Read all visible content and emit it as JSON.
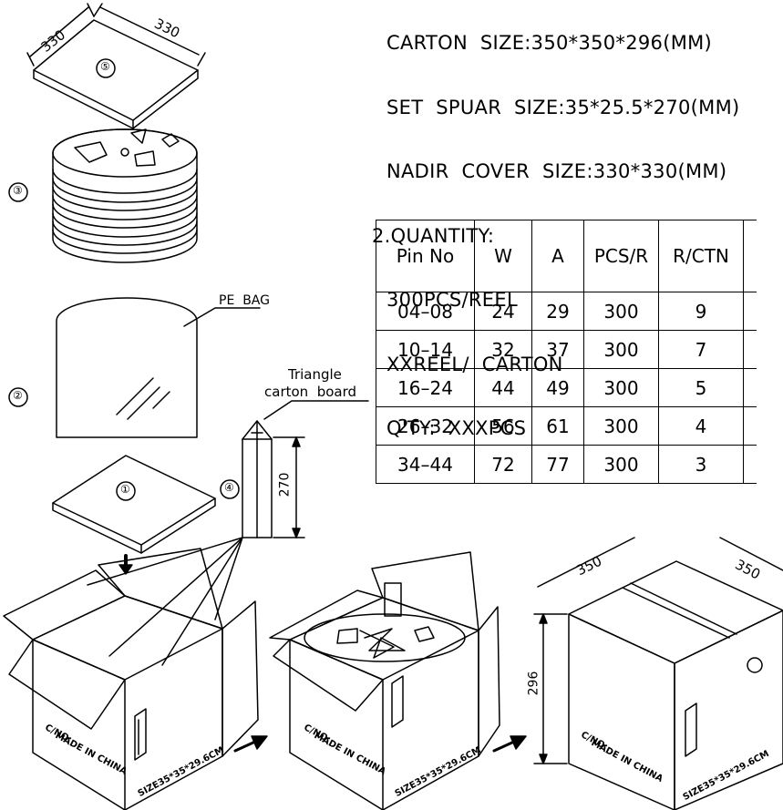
{
  "spec": {
    "lines": [
      "CARTON  SIZE:350*350*296(MM)",
      "SET  SPUAR  SIZE:35*25.5*270(MM)",
      "NADIR  COVER  SIZE:330*330(MM)",
      "2.QUANTITY:",
      "300PCS/REEL",
      "XXREEL/  CARTON",
      "Q'TY:  XXXPCS"
    ]
  },
  "table": {
    "headers": [
      "Pin No",
      "W",
      "A",
      "PCS/R",
      "R/CTN"
    ],
    "rows": [
      [
        "04–08",
        "24",
        "29",
        "300",
        "9"
      ],
      [
        "10–14",
        "32",
        "37",
        "300",
        "7"
      ],
      [
        "16–24",
        "44",
        "49",
        "300",
        "5"
      ],
      [
        "26–32",
        "56",
        "61",
        "300",
        "4"
      ],
      [
        "34–44",
        "72",
        "77",
        "300",
        "3"
      ]
    ]
  },
  "labels": {
    "nadir_w": "330",
    "nadir_d": "330",
    "num1": "①",
    "num2": "②",
    "num3": "③",
    "num4": "④",
    "num5": "⑤",
    "pe_bag": "PE  BAG",
    "triangle_1": "Triangle",
    "triangle_2": "carton  board",
    "set_height": "270",
    "carton_w": "350",
    "carton_d": "350",
    "carton_h": "296",
    "cno": "C/NO:",
    "made": "MADE IN CHINA",
    "size": "SIZE35*35*29.6CM"
  }
}
